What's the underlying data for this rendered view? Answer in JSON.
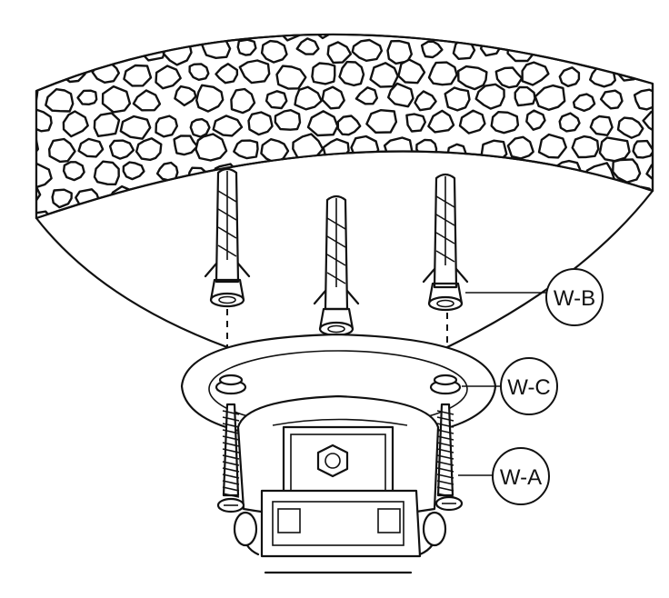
{
  "callouts": {
    "wb": "W-B",
    "wc": "W-C",
    "wa": "W-A"
  },
  "colors": {
    "ink": "#111111",
    "paper": "#ffffff"
  }
}
